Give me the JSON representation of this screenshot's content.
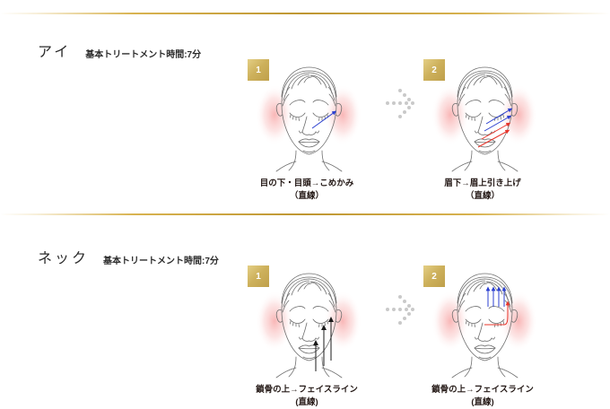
{
  "page": {
    "background_color": "#ffffff",
    "divider_color": "#bf9a32"
  },
  "sections": [
    {
      "id": "eye",
      "title": "アイ",
      "subtitle": "基本トリートメント時間:7分",
      "panels": [
        {
          "step": "1",
          "caption_main": "目の下・目頭→こめかみ",
          "caption_sub": "（直線）"
        },
        {
          "step": "2",
          "caption_main": "眉下→眉上引き上げ",
          "caption_sub": "（直線）"
        }
      ]
    },
    {
      "id": "neck",
      "title": "ネック",
      "subtitle": "基本トリートメント時間:7分",
      "panels": [
        {
          "step": "1",
          "caption_main": "鎖骨の上→フェイスライン",
          "caption_sub": "(直線)"
        },
        {
          "step": "2",
          "caption_main": "鎖骨の上→フェイスライン",
          "caption_sub": "(直線)"
        }
      ]
    }
  ],
  "colors": {
    "badge_gold": "#cdb05b",
    "arrow_blue": "#2b3fd0",
    "arrow_red": "#e8342a",
    "arrow_black": "#1a1a1a",
    "glow_pink": "#f4a6a6",
    "dot_gray": "#c9c9c9"
  }
}
